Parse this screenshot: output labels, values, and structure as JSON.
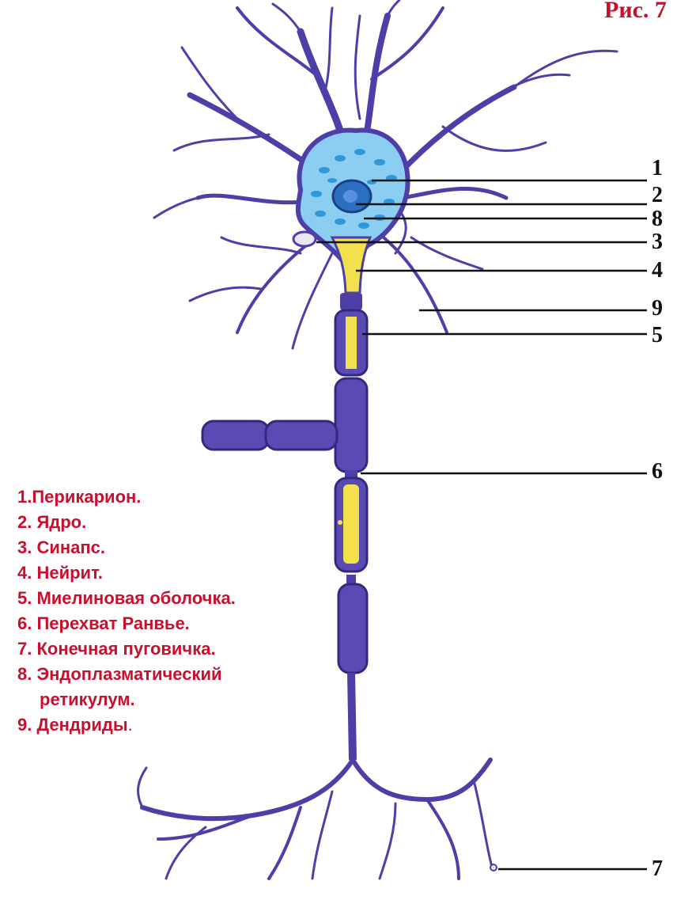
{
  "figure_label": "Рис. 7",
  "callout_numbers": [
    "1",
    "2",
    "8",
    "3",
    "4",
    "9",
    "5",
    "6",
    "7"
  ],
  "legend": [
    {
      "text": "1.Перикарион."
    },
    {
      "text": "2. Ядро."
    },
    {
      "text": "3. Синапс."
    },
    {
      "text": "4. Нейрит."
    },
    {
      "text": "5. Миелиновая оболочка."
    },
    {
      "text": "6. Перехват Ранвье."
    },
    {
      "text": "7. Конечная пуговичка."
    },
    {
      "text": "8. Эндоплазматический"
    },
    {
      "text": "ретикулум."
    },
    {
      "text": "9. Дендриды",
      "suffix": "."
    }
  ],
  "colors": {
    "neuron": "#4d3fa8",
    "neuron_dark": "#33287e",
    "cytoplasm": "#8ccdf2",
    "granules": "#1f8fd8",
    "axon_core": "#f2e14c",
    "legend_text": "#c8102e"
  }
}
